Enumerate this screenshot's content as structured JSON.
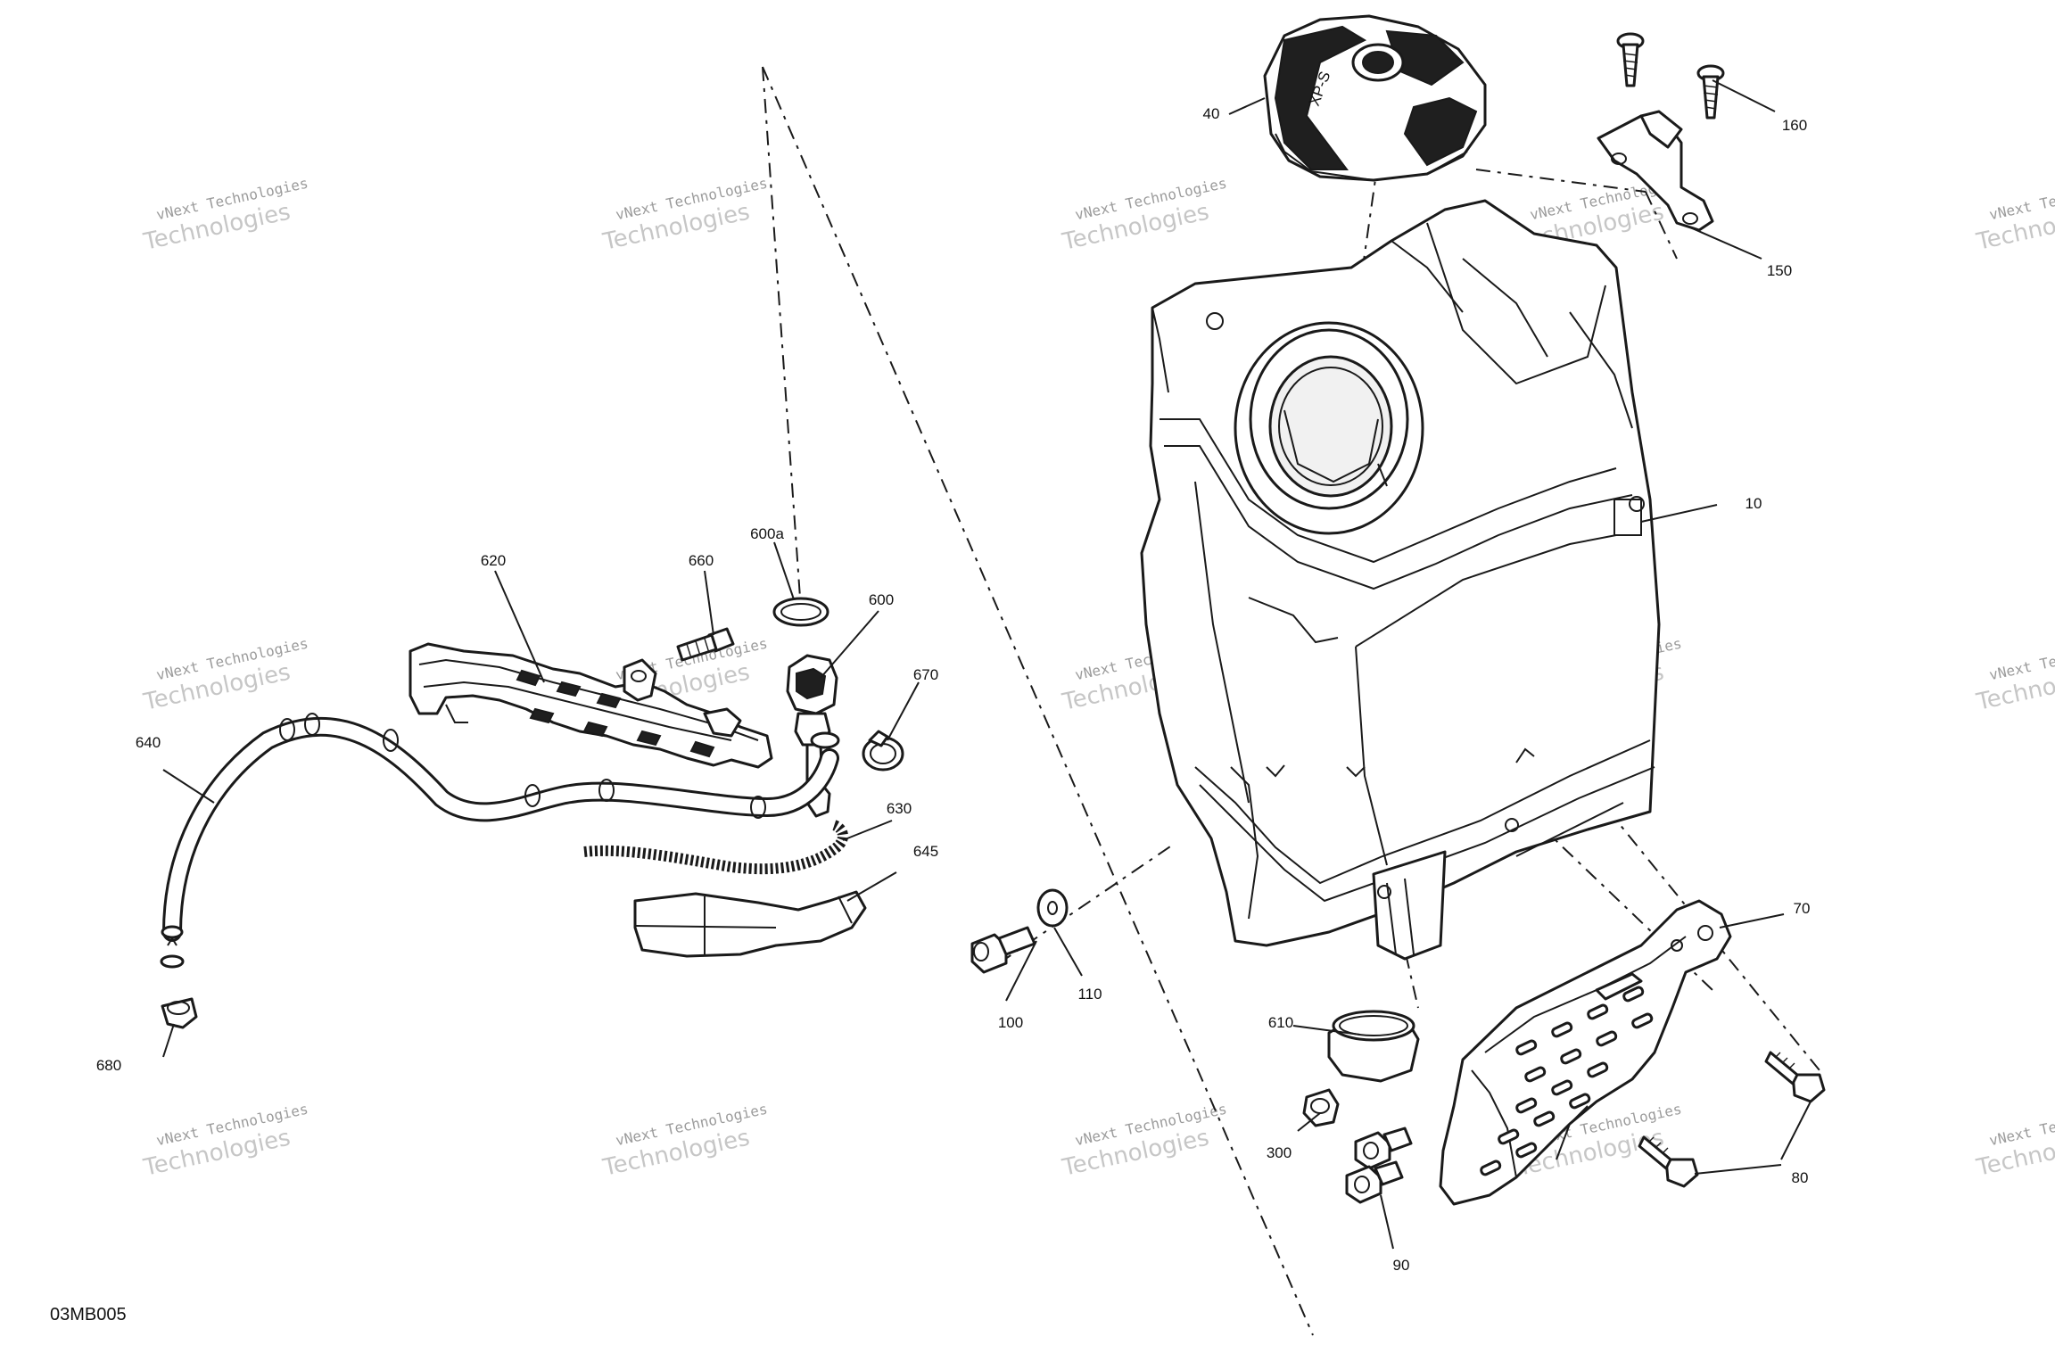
{
  "figure_code": "03MB005",
  "watermark": {
    "line1": "vNext Technologies",
    "line2": "Technologies"
  },
  "callouts": {
    "p10": "10",
    "p40": "40",
    "p70": "70",
    "p80": "80",
    "p90": "90",
    "p100": "100",
    "p110": "110",
    "p150": "150",
    "p160": "160",
    "p300": "300",
    "p600": "600",
    "p600a": "600a",
    "p610": "610",
    "p620": "620",
    "p630": "630",
    "p640": "640",
    "p645": "645",
    "p660": "660",
    "p670": "670",
    "p680": "680"
  },
  "cap_marking": "XP-S",
  "icons": [
    "fuel-tank",
    "fuel-cap",
    "bracket",
    "screw",
    "bolt",
    "washer",
    "hose",
    "clamp",
    "spring",
    "heat-shield",
    "vent-valve",
    "o-ring",
    "hose-guide",
    "filter-sock"
  ]
}
